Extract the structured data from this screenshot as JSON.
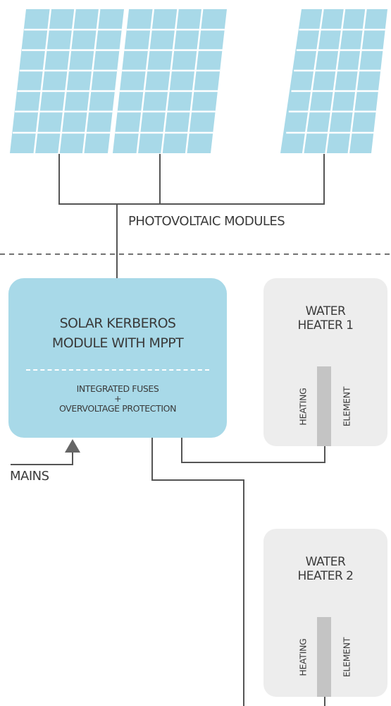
{
  "panels_label": "PHOTOVOLTAIC MODULES",
  "controller": {
    "title_line1": "SOLAR KERBEROS",
    "title_line2": "MODULE WITH MPPT",
    "sub_line1": "INTEGRATED FUSES",
    "sub_line2": "+",
    "sub_line3": "OVERVOLTAGE PROTECTION"
  },
  "mains_label": "MAINS",
  "heater1": {
    "line1": "WATER",
    "line2": "HEATER 1",
    "left_label": "HEATING",
    "right_label": "ELEMENT"
  },
  "heater2": {
    "line1": "WATER",
    "line2": "HEATER 2",
    "left_label": "HEATING",
    "right_label": "ELEMENT"
  },
  "colors": {
    "panel_fill": "#a8d9e8",
    "panel_grid": "#ffffff",
    "controller_fill": "#a8d9e8",
    "heater_fill": "#ededed",
    "element_fill": "#c4c4c4",
    "wire": "#555555",
    "arrow": "#666666"
  }
}
